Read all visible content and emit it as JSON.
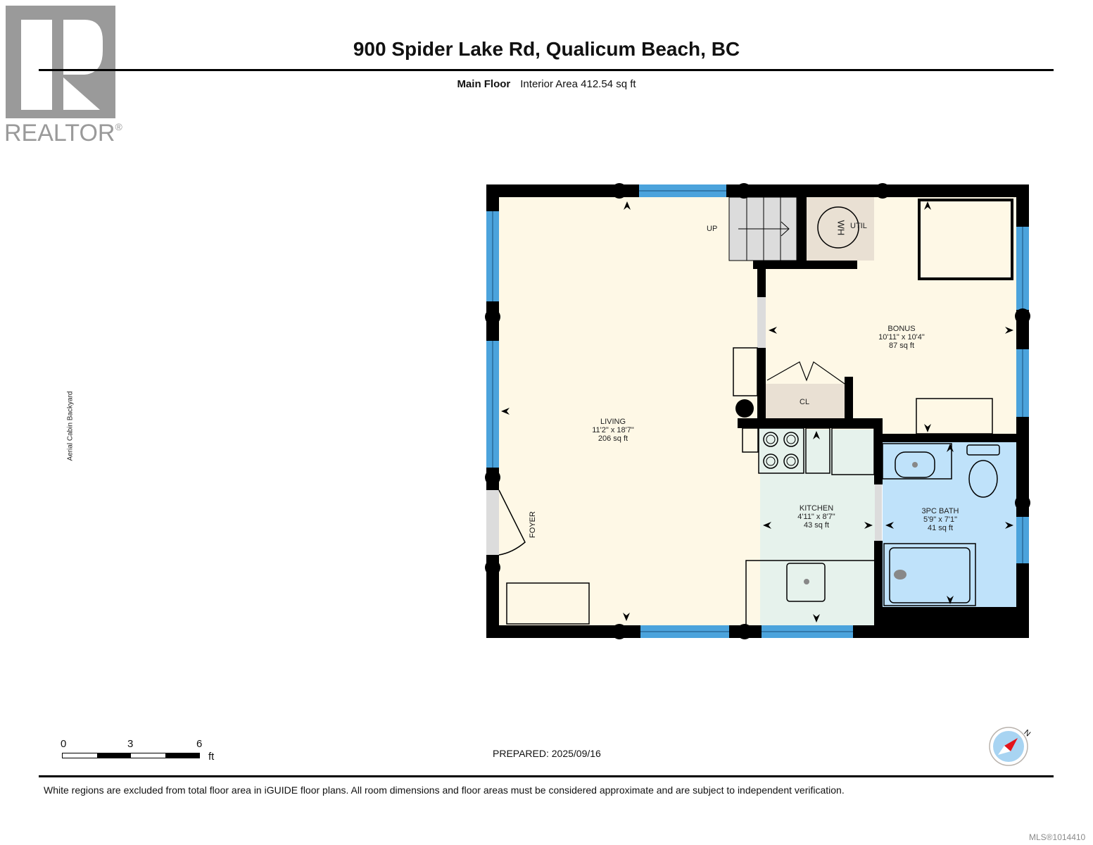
{
  "logo": {
    "brand": "REALTOR",
    "registered_mark": "®"
  },
  "header": {
    "title": "900 Spider Lake Rd, Qualicum Beach, BC",
    "floor": "Main Floor",
    "interior_area": "Interior Area 412.54 sq ft"
  },
  "side_label": "Aerial Cabin Backyard",
  "plan": {
    "colors": {
      "wall": "#000000",
      "window": "#4ba3dc",
      "living": "#fef8e6",
      "kitchen": "#e6f2ec",
      "bath": "#bfe2fa",
      "closet": "#e9e0d3",
      "stairs": "#dcdcdc",
      "util": "#e9e0d3"
    },
    "rooms": [
      {
        "name": "LIVING",
        "dims": "11'2\" x 18'7\"",
        "area": "206 sq ft"
      },
      {
        "name": "BONUS",
        "dims": "10'11\" x 10'4\"",
        "area": "87 sq ft"
      },
      {
        "name": "KITCHEN",
        "dims": "4'11\" x 8'7\"",
        "area": "43 sq ft"
      },
      {
        "name": "3PC BATH",
        "dims": "5'9\" x 7'1\"",
        "area": "41 sq ft"
      }
    ],
    "labels": {
      "up": "UP",
      "util": "UTIL",
      "water_heater": "WH",
      "closet": "CL",
      "foyer": "FOYER"
    }
  },
  "scale": {
    "ticks": [
      "0",
      "3",
      "6"
    ],
    "unit": "ft"
  },
  "prepared": "PREPARED: 2025/09/16",
  "compass": {
    "north_label": "N"
  },
  "disclaimer": "White regions are excluded from total floor area in iGUIDE floor plans. All room dimensions and floor areas must be considered approximate and are subject to independent verification.",
  "mls": "MLS®1014410"
}
